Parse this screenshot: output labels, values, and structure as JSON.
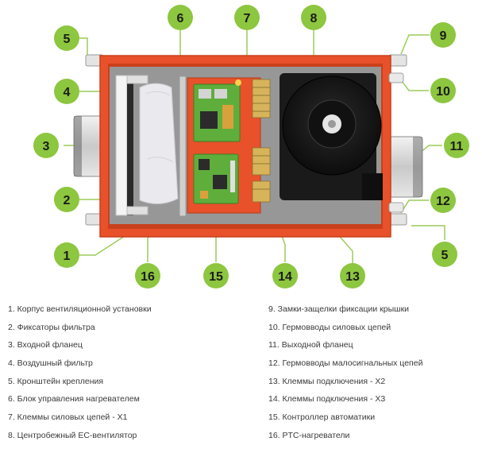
{
  "colors": {
    "callout": "#8dc63f",
    "callout_line": "#9ccc5a",
    "housing": "#e8512a",
    "housing_dark": "#c9401c",
    "interior": "#9b9b9b",
    "board": "#5fae3c",
    "fan": "#141414"
  },
  "callouts": [
    {
      "number": "1"
    },
    {
      "number": "2"
    },
    {
      "number": "3"
    },
    {
      "number": "4"
    },
    {
      "number": "5"
    },
    {
      "number": "5"
    },
    {
      "number": "6"
    },
    {
      "number": "7"
    },
    {
      "number": "8"
    },
    {
      "number": "9"
    },
    {
      "number": "10"
    },
    {
      "number": "11"
    },
    {
      "number": "12"
    },
    {
      "number": "13"
    },
    {
      "number": "14"
    },
    {
      "number": "15"
    },
    {
      "number": "16"
    }
  ],
  "legend": {
    "left": [
      "1. Корпус вентиляционной установки",
      "2. Фиксаторы фильтра",
      "3. Входной фланец",
      "4. Воздушный фильтр",
      "5. Кронштейн крепления",
      "6. Блок управления нагревателем",
      "7. Клеммы силовых цепей - X1",
      "8. Центробежный ЕС-вентилятор"
    ],
    "right": [
      "9. Замки-защелки фиксации крышки",
      "10. Гермовводы силовых цепей",
      "11. Выходной фланец",
      "12. Гермовводы малосигнальных цепей",
      "13. Клеммы подключения - X2",
      "14. Клеммы подключения - X3",
      "15. Контроллер автоматики",
      "16. PTC-нагреватели"
    ]
  }
}
